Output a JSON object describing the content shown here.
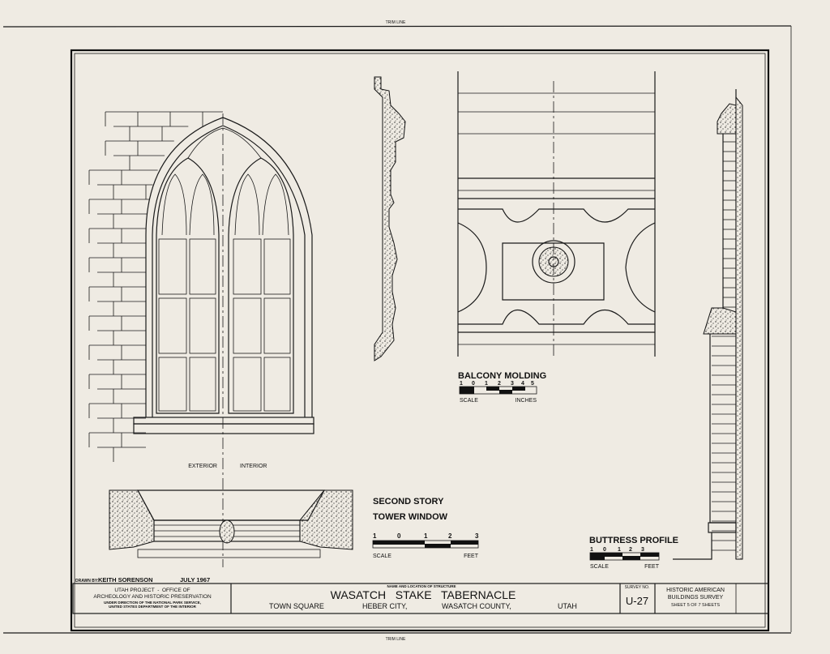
{
  "trim_line_top": "TRIM LINE",
  "trim_line_bottom": "TRIM LINE",
  "window": {
    "label_exterior": "EXTERIOR",
    "label_interior": "INTERIOR",
    "title_line1": "SECOND STORY",
    "title_line2": "TOWER WINDOW",
    "scale": {
      "ticks": [
        "1",
        "0",
        "1",
        "2",
        "3"
      ],
      "label": "SCALE",
      "unit": "FEET"
    }
  },
  "balcony": {
    "title": "BALCONY MOLDING",
    "scale": {
      "ticks": [
        "1",
        "0",
        "1",
        "2",
        "3",
        "4",
        "5"
      ],
      "label": "SCALE",
      "unit": "INCHES"
    }
  },
  "buttress": {
    "title": "BUTTRESS PROFILE",
    "scale": {
      "ticks": [
        "1",
        "0",
        "1",
        "2",
        "3"
      ],
      "label": "SCALE",
      "unit": "FEET"
    }
  },
  "title_block": {
    "drawn_by_label": "DRAWN BY:",
    "drawn_by": "KEITH SORENSON",
    "date": "JULY 1967",
    "org_line1": "UTAH PROJECT  -  OFFICE OF",
    "org_line2": "ARCHEOLOGY AND HISTORIC PRESERVATION",
    "org_line3": "UNDER DIRECTION OF THE NATIONAL PARK SERVICE,",
    "org_line4": "UNITED STATES DEPARTMENT OF THE INTERIOR",
    "name_label": "NAME AND LOCATION OF STRUCTURE",
    "structure_name": "WASATCH   STAKE   TABERNACLE",
    "location": [
      "TOWN SQUARE",
      "HEBER CITY,",
      "WASATCH COUNTY,",
      "UTAH"
    ],
    "survey_label": "SURVEY NO.",
    "survey_no": "U-27",
    "habs_line1": "HISTORIC AMERICAN",
    "habs_line2": "BUILDINGS SURVEY",
    "sheet": "SHEET 5 OF 7 SHEETS"
  }
}
